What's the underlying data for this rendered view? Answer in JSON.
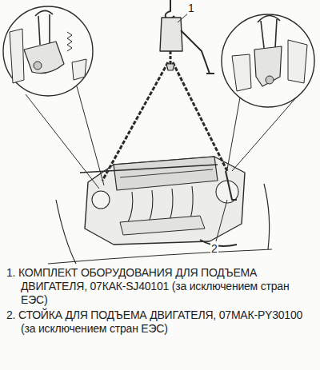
{
  "diagram": {
    "labels": [
      "1",
      "2",
      "1. КОМПЛЕКТ ОБОРУДОВАНИЯ ДЛЯ ПОДЪЕМА ДВИГАТЕЛЯ, 07КАК-SJ40101 (за исключением стран ЕЭС)",
      "2. СТОЙКА ДЛЯ ПОДЪЕМА ДВИГАТЕЛЯ, 07МАК-PY30100 (за исключением стран ЕЭС)"
    ]
  }
}
